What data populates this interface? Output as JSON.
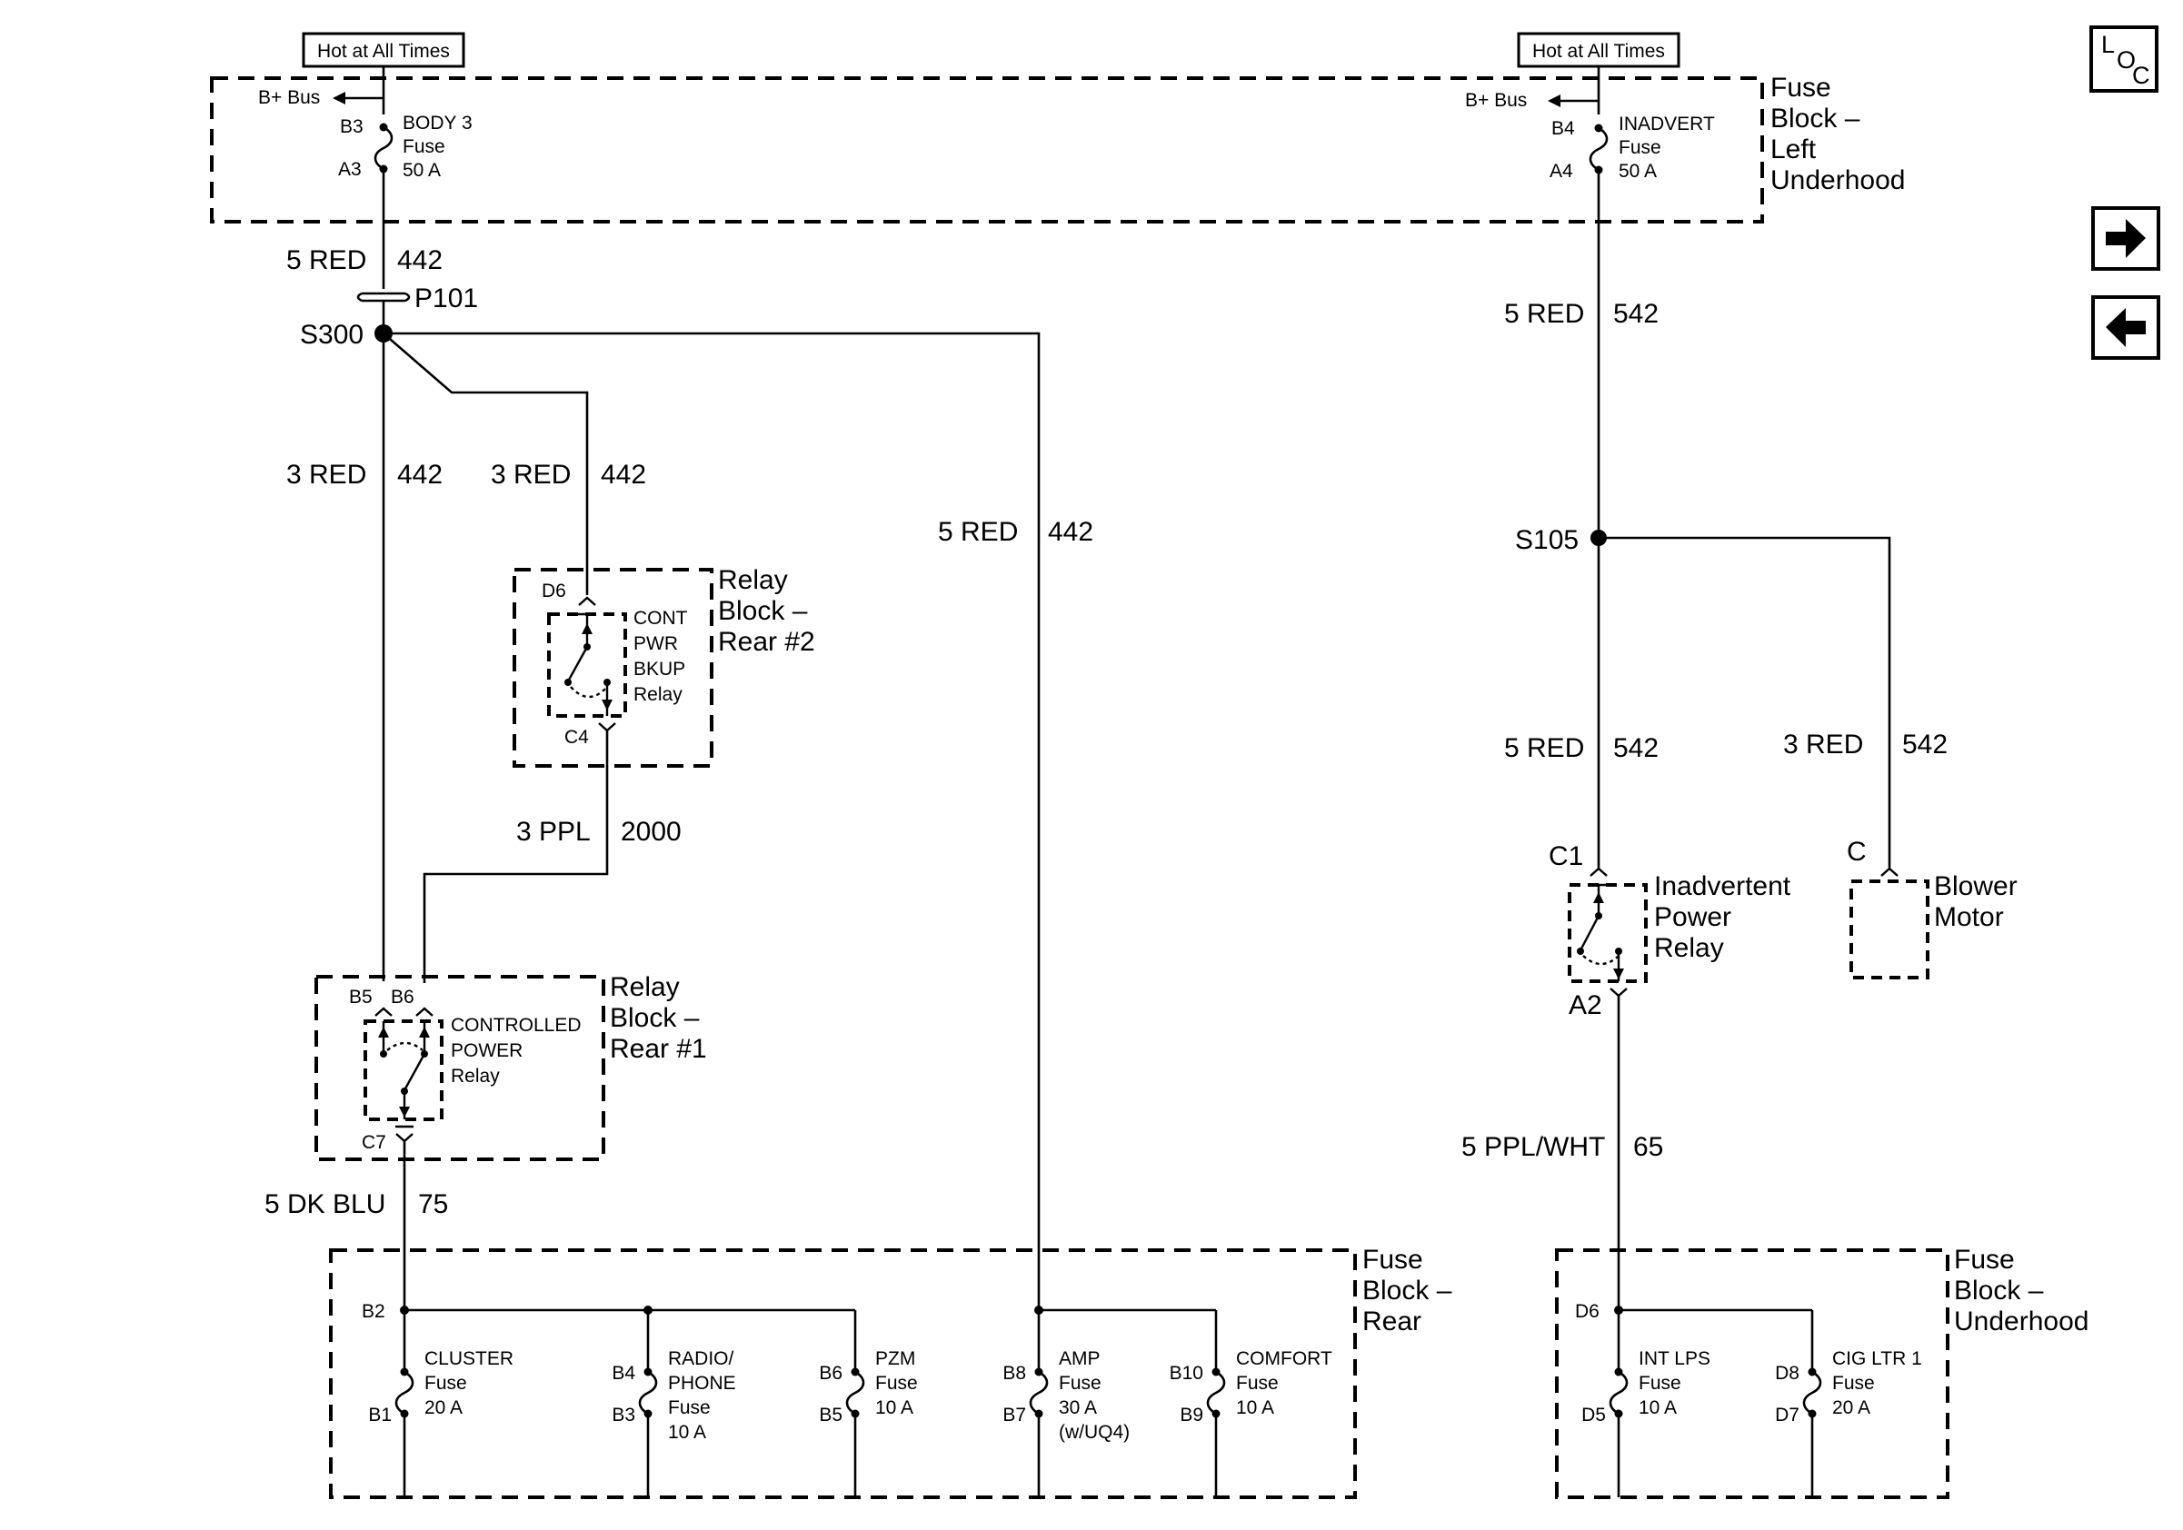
{
  "power": {
    "left": "Hot at All Times",
    "right": "Hot at All Times"
  },
  "fuse_block_left_underhood": {
    "title": [
      "Fuse",
      "Block –",
      "Left",
      "Underhood"
    ],
    "bplus_left": "B+ Bus",
    "bplus_right": "B+ Bus",
    "body3": {
      "pin_in": "B3",
      "pin_out": "A3",
      "name": "BODY 3",
      "kind": "Fuse",
      "rating": "50 A"
    },
    "inadvert": {
      "pin_in": "B4",
      "pin_out": "A4",
      "name": "INADVERT",
      "kind": "Fuse",
      "rating": "50 A"
    }
  },
  "wires": {
    "left_main": {
      "gauge": "5 RED",
      "circuit": "442"
    },
    "left_down": {
      "gauge": "3 RED",
      "circuit": "442"
    },
    "relay2_feed": {
      "gauge": "3 RED",
      "circuit": "442"
    },
    "amp_feed": {
      "gauge": "5 RED",
      "circuit": "442"
    },
    "relay2_out": {
      "gauge": "3 PPL",
      "circuit": "2000"
    },
    "relay1_out": {
      "gauge": "5 DK BLU",
      "circuit": "75"
    },
    "right_main": {
      "gauge": "5 RED",
      "circuit": "542"
    },
    "right_relay": {
      "gauge": "5 RED",
      "circuit": "542"
    },
    "right_blower": {
      "gauge": "3 RED",
      "circuit": "542"
    },
    "right_out": {
      "gauge": "5 PPL/WHT",
      "circuit": "65"
    }
  },
  "connectors": {
    "p101": "P101",
    "s300": "S300",
    "s105": "S105"
  },
  "relay_block_rear2": {
    "title": [
      "Relay",
      "Block –",
      "Rear #2"
    ],
    "pin_top": "D6",
    "pin_bottom": "C4",
    "relay": [
      "CONT",
      "PWR",
      "BKUP",
      "Relay"
    ]
  },
  "relay_block_rear1": {
    "title": [
      "Relay",
      "Block –",
      "Rear #1"
    ],
    "pin_a": "B5",
    "pin_b": "B6",
    "pin_out": "C7",
    "relay": [
      "CONTROLLED",
      "POWER",
      "Relay"
    ]
  },
  "fuse_block_rear": {
    "title": [
      "Fuse",
      "Block –",
      "Rear"
    ],
    "bus_pin": "B2",
    "fuses": [
      {
        "pin_in": "",
        "pin_out": "B1",
        "label": [
          "CLUSTER",
          "Fuse",
          "20 A"
        ]
      },
      {
        "pin_in": "B4",
        "pin_out": "B3",
        "label": [
          "RADIO/",
          "PHONE",
          "Fuse",
          "10 A"
        ]
      },
      {
        "pin_in": "B6",
        "pin_out": "B5",
        "label": [
          "PZM",
          "Fuse",
          "10 A"
        ]
      },
      {
        "pin_in": "B8",
        "pin_out": "B7",
        "label": [
          "AMP",
          "Fuse",
          "30 A",
          "(w/UQ4)"
        ]
      },
      {
        "pin_in": "B10",
        "pin_out": "B9",
        "label": [
          "COMFORT",
          "Fuse",
          "10 A"
        ]
      }
    ]
  },
  "inadvertent_power_relay": {
    "pin_in": "C1",
    "pin_out": "A2",
    "label": [
      "Inadvertent",
      "Power",
      "Relay"
    ]
  },
  "blower_motor": {
    "pin": "C",
    "label": [
      "Blower",
      "Motor"
    ]
  },
  "fuse_block_underhood": {
    "title": [
      "Fuse",
      "Block –",
      "Underhood"
    ],
    "bus_pin": "D6",
    "fuses": [
      {
        "pin_in": "",
        "pin_out": "D5",
        "label": [
          "INT LPS",
          "Fuse",
          "10 A"
        ]
      },
      {
        "pin_in": "D8",
        "pin_out": "D7",
        "label": [
          "CIG LTR 1",
          "Fuse",
          "20 A"
        ]
      }
    ]
  },
  "nav": {
    "loc_icon": "location-icon",
    "loc_letters": [
      "L",
      "O",
      "C"
    ],
    "next_icon": "arrow-right-icon",
    "prev_icon": "arrow-left-icon"
  }
}
